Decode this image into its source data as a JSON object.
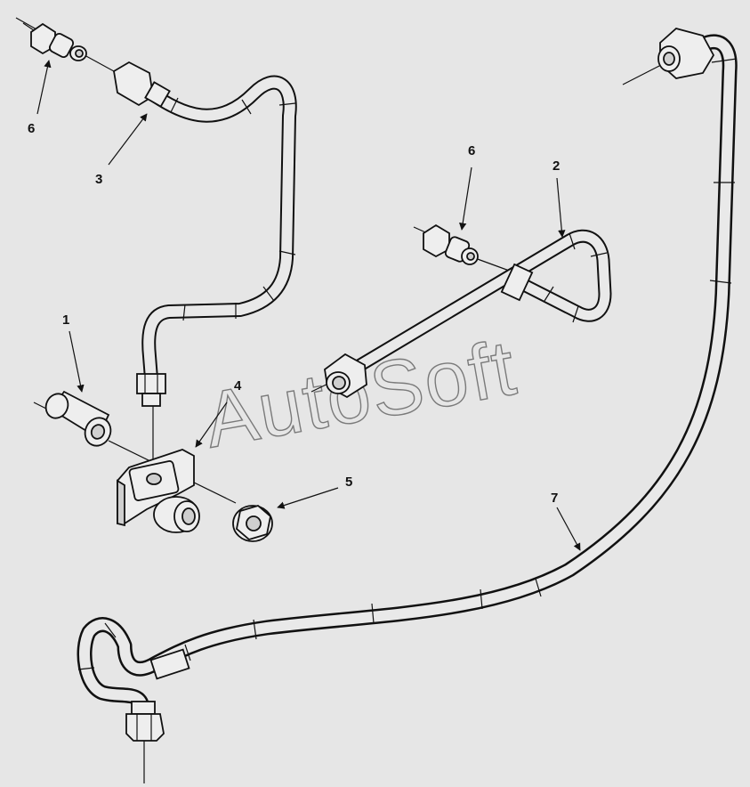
{
  "diagram": {
    "watermark": "AutoSoft",
    "callouts": [
      {
        "id": "c6a",
        "label": "6"
      },
      {
        "id": "c3",
        "label": "3"
      },
      {
        "id": "c6b",
        "label": "6"
      },
      {
        "id": "c2",
        "label": "2"
      },
      {
        "id": "c1",
        "label": "1"
      },
      {
        "id": "c4",
        "label": "4"
      },
      {
        "id": "c5",
        "label": "5"
      },
      {
        "id": "c7",
        "label": "7"
      }
    ],
    "colors": {
      "background": "#e6e6e6",
      "line": "#111111",
      "watermark": "#7a7a7a"
    }
  }
}
